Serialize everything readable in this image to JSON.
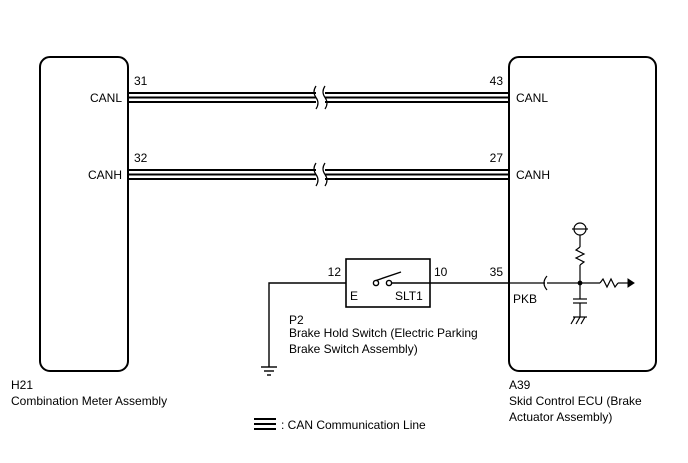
{
  "components": {
    "meter": {
      "code": "H21",
      "name": "Combination Meter Assembly",
      "pins": [
        {
          "number": "31",
          "label": "CANL"
        },
        {
          "number": "32",
          "label": "CANH"
        }
      ]
    },
    "ecu": {
      "code": "A39",
      "name_line1": "Skid Control ECU (Brake",
      "name_line2": "Actuator Assembly)",
      "pins": [
        {
          "number": "43",
          "label": "CANL"
        },
        {
          "number": "27",
          "label": "CANH"
        },
        {
          "number": "35",
          "label": "PKB"
        }
      ]
    },
    "switch": {
      "code": "P2",
      "name_line1": "Brake Hold Switch (Electric Parking",
      "name_line2": "Brake Switch Assembly)",
      "pins": [
        {
          "number": "12",
          "label": "E"
        },
        {
          "number": "10",
          "label": "SLT1"
        }
      ]
    }
  },
  "legend": {
    "text": ": CAN Communication Line"
  }
}
